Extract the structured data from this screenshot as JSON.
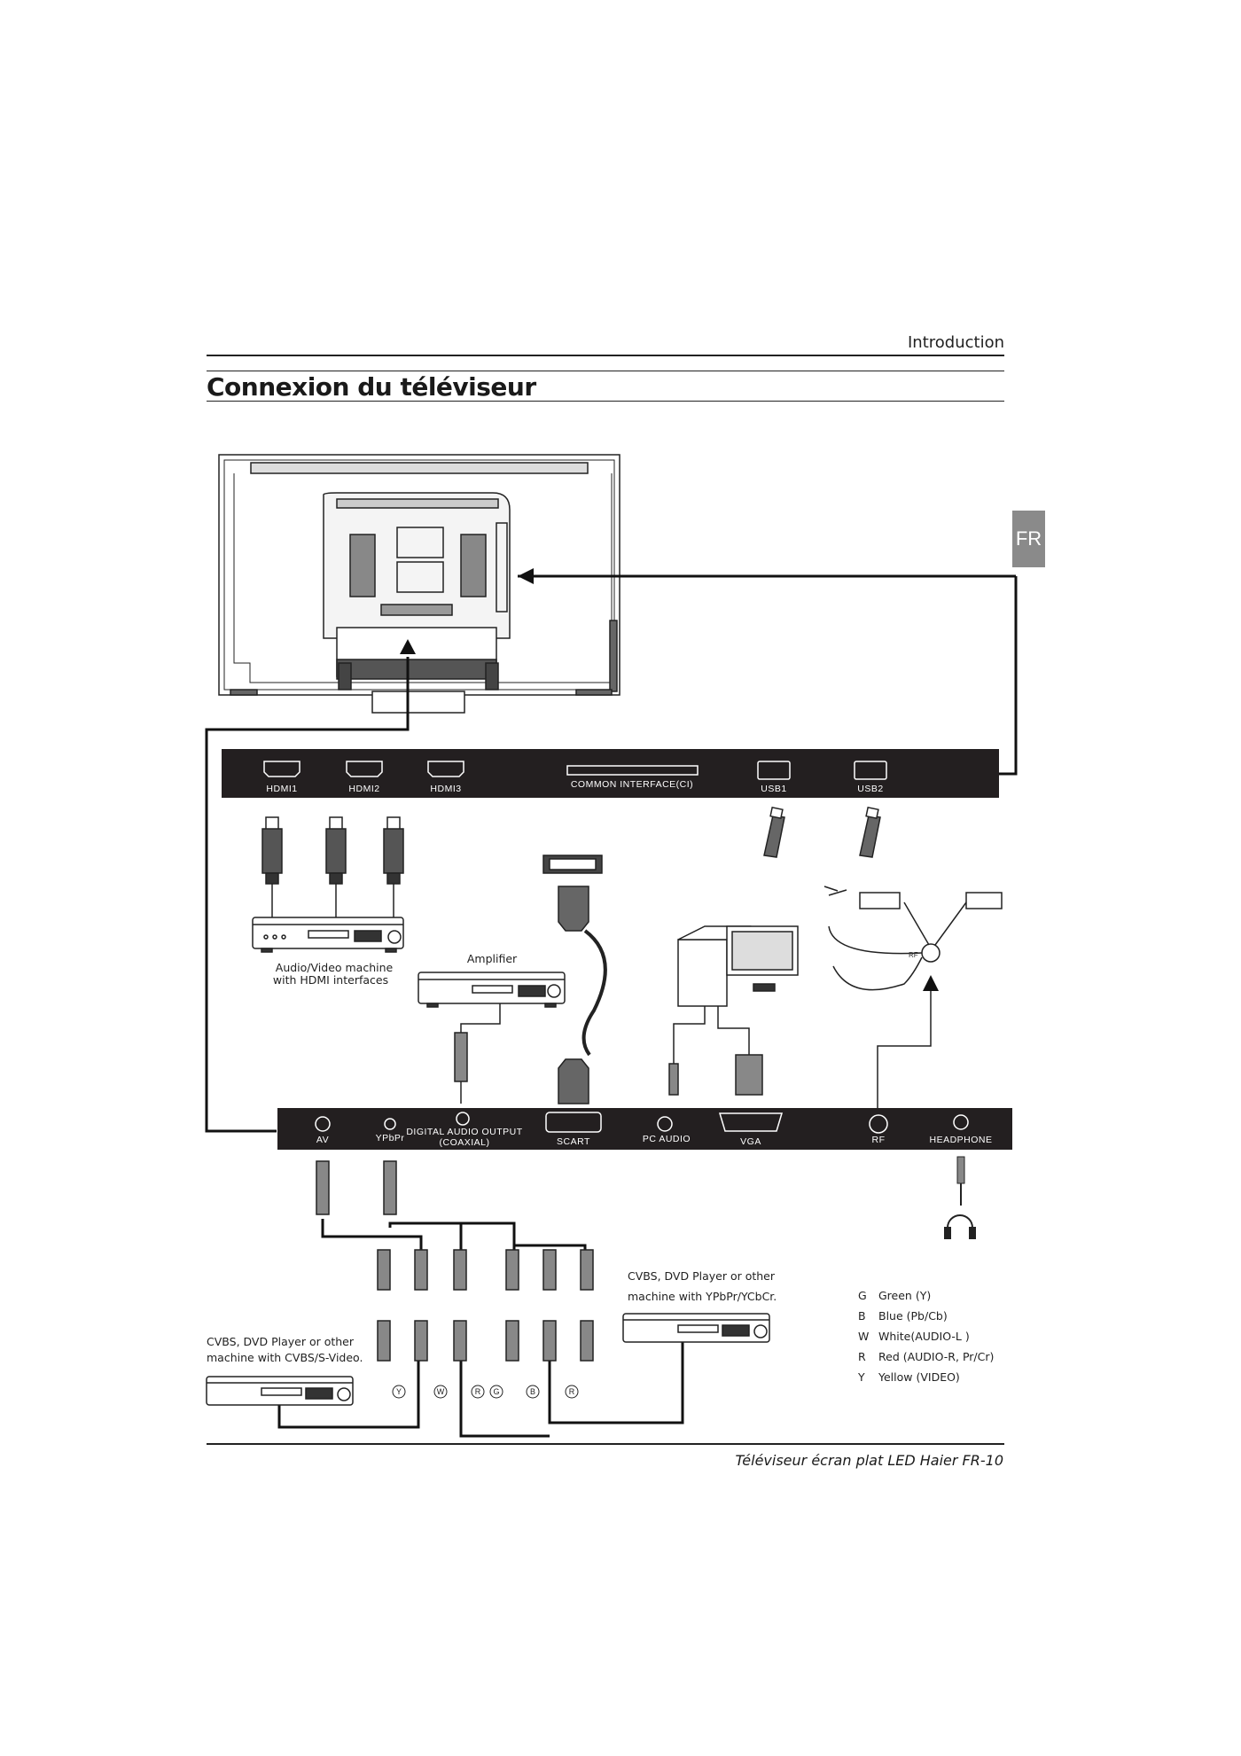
{
  "header": {
    "section": "Introduction",
    "title": "Connexion du téléviseur"
  },
  "language_tab": "FR",
  "top_panel": {
    "ports": [
      "HDMI1",
      "HDMI2",
      "HDMI3",
      "COMMON INTERFACE(CI)",
      "USB1",
      "USB2"
    ]
  },
  "bottom_panel": {
    "av": "AV",
    "ypbpr": "YPbPr",
    "digital_audio_line1": "DIGITAL AUDIO OUTPUT",
    "digital_audio_line2": "(COAXIAL)",
    "scart": "SCART",
    "pc_audio": "PC AUDIO",
    "vga": "VGA",
    "rf": "RF",
    "headphone": "HEADPHONE"
  },
  "devices": {
    "av_machine_line1": "Audio/Video machine",
    "av_machine_line2": "with HDMI interfaces",
    "amplifier": "Amplifier",
    "cvbs_left_line1": "CVBS, DVD Player or other",
    "cvbs_left_line2": "machine with CVBS/S-Video.",
    "cvbs_right_line1": "CVBS, DVD  Player or other",
    "cvbs_right_line2": "machine with YPbPr/YCbCr.",
    "rf_small": "RF"
  },
  "jacks": [
    "Y",
    "W",
    "R",
    "G",
    "B",
    "R"
  ],
  "legend": [
    {
      "key": "G",
      "text": "Green (Y)"
    },
    {
      "key": "B",
      "text": "Blue (Pb/Cb)"
    },
    {
      "key": "W",
      "text": "White(AUDIO-L )"
    },
    {
      "key": "R",
      "text": "Red (AUDIO-R, Pr/Cr)"
    },
    {
      "key": "Y",
      "text": "Yellow (VIDEO)"
    }
  ],
  "footer": "Téléviseur écran plat LED Haier  FR-10"
}
